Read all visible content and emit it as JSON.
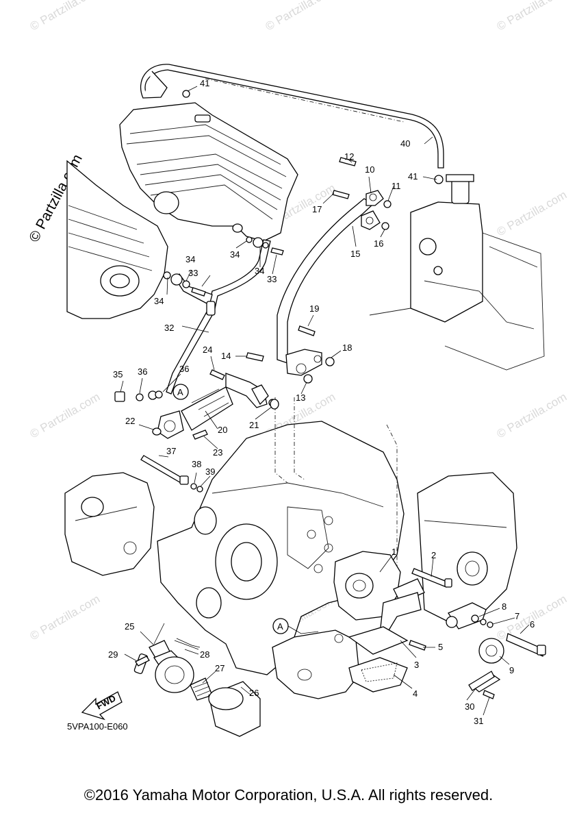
{
  "watermark": "© Partzilla.com",
  "diagram_code": "5VPA100-E060",
  "fwd_label": "FWD",
  "section_marker": "A",
  "copyright": "©2016 Yamaha Motor Corporation, U.S.A. All rights reserved.",
  "callouts": [
    "1",
    "2",
    "3",
    "4",
    "5",
    "6",
    "7",
    "8",
    "9",
    "10",
    "11",
    "12",
    "13",
    "14",
    "15",
    "16",
    "17",
    "18",
    "19",
    "20",
    "21",
    "22",
    "23",
    "24",
    "25",
    "26",
    "27",
    "28",
    "29",
    "30",
    "31",
    "32",
    "33",
    "34",
    "35",
    "36",
    "37",
    "38",
    "39",
    "40",
    "41"
  ]
}
